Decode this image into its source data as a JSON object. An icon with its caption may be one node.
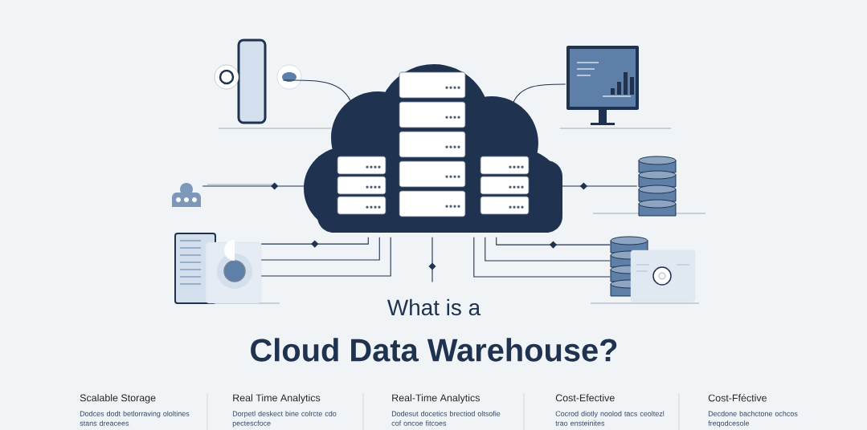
{
  "diagram": {
    "title": "Cloud Data Warehouse?",
    "nodes": [
      {
        "text": [],
        "shape": "cloud"
      },
      {
        "text": [],
        "shape": "picture"
      },
      {
        "text": [],
        "shape": "picture"
      },
      {
        "text": [],
        "shape": "picture"
      },
      {
        "text": [],
        "shape": "picture"
      },
      {
        "text": [],
        "shape": "cylinder"
      },
      {
        "text": [],
        "shape": "picture"
      }
    ],
    "edges": [
      {
        "from": 0,
        "to": 1,
        "arrow": "none"
      },
      {
        "from": 0,
        "to": 2,
        "arrow": "none"
      },
      {
        "from": 0,
        "to": 3,
        "arrow": "none"
      },
      {
        "from": 0,
        "to": 5,
        "arrow": "none"
      },
      {
        "from": 0,
        "to": 4,
        "arrow": "none"
      },
      {
        "from": 0,
        "to": 4,
        "arrow": "none"
      },
      {
        "from": 0,
        "to": 4,
        "arrow": "none"
      },
      {
        "from": 0,
        "to": null,
        "arrow": "none"
      },
      {
        "from": 0,
        "to": 6,
        "arrow": "none"
      },
      {
        "from": 0,
        "to": 6,
        "arrow": "none"
      },
      {
        "from": 0,
        "to": 6,
        "arrow": "none"
      }
    ],
    "labels": [
      "What is a",
      "Scalable Storage",
      "Dodces dodt betlorraving ololtines stans dreacees",
      "Real Time Analytics",
      "Dorpetl deskect bine colrcte cdo pectescfoce",
      "Real-Time Analytics",
      "Dodesut docetics brectiod oltsofie cof oncoe fitcoes",
      "Cost-Efective",
      "Cocrod diotly noolod tacs ceoltezl trao ensteinites",
      "Cost-Fféctive",
      "Decdone bachctone ochcos freqodcesole"
    ]
  }
}
